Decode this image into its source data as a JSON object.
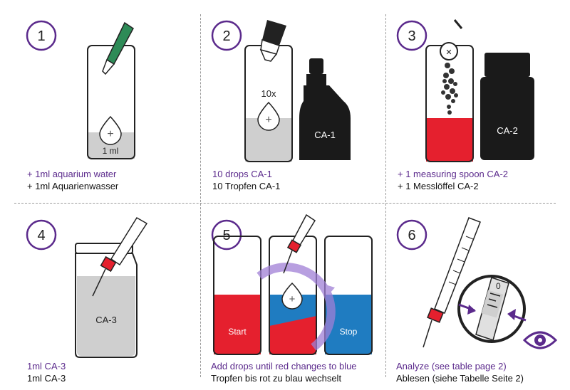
{
  "steps": [
    {
      "number": "1",
      "label_en": "+ 1ml aquarium water",
      "label_de": "+ 1ml Aquarienwasser",
      "drop_label": "1 ml"
    },
    {
      "number": "2",
      "label_en": "10 drops CA-1",
      "label_de": "10 Tropfen CA-1",
      "count_label": "10x",
      "bottle_label": "CA-1"
    },
    {
      "number": "3",
      "label_en": "+ 1 measuring spoon CA-2",
      "label_de": "+ 1 Messlöffel CA-2",
      "bottle_label": "CA-2"
    },
    {
      "number": "4",
      "label_en": "1ml CA-3",
      "label_de": "1ml CA-3",
      "bottle_label": "CA-3"
    },
    {
      "number": "5",
      "label_en": "Add drops until red changes to blue",
      "label_de": "Tropfen bis rot zu blau wechselt",
      "start_label": "Start",
      "stop_label": "Stop"
    },
    {
      "number": "6",
      "label_en": "Analyze  (see table page 2)",
      "label_de": "Ablesen (siehe Tabelle Seite 2)",
      "scale_label": "0"
    }
  ],
  "colors": {
    "accent": "#5b2a8c",
    "red": "#e5202e",
    "blue": "#1f7cc1",
    "water": "#cfcfcf",
    "bottle": "#1a1a1a"
  }
}
